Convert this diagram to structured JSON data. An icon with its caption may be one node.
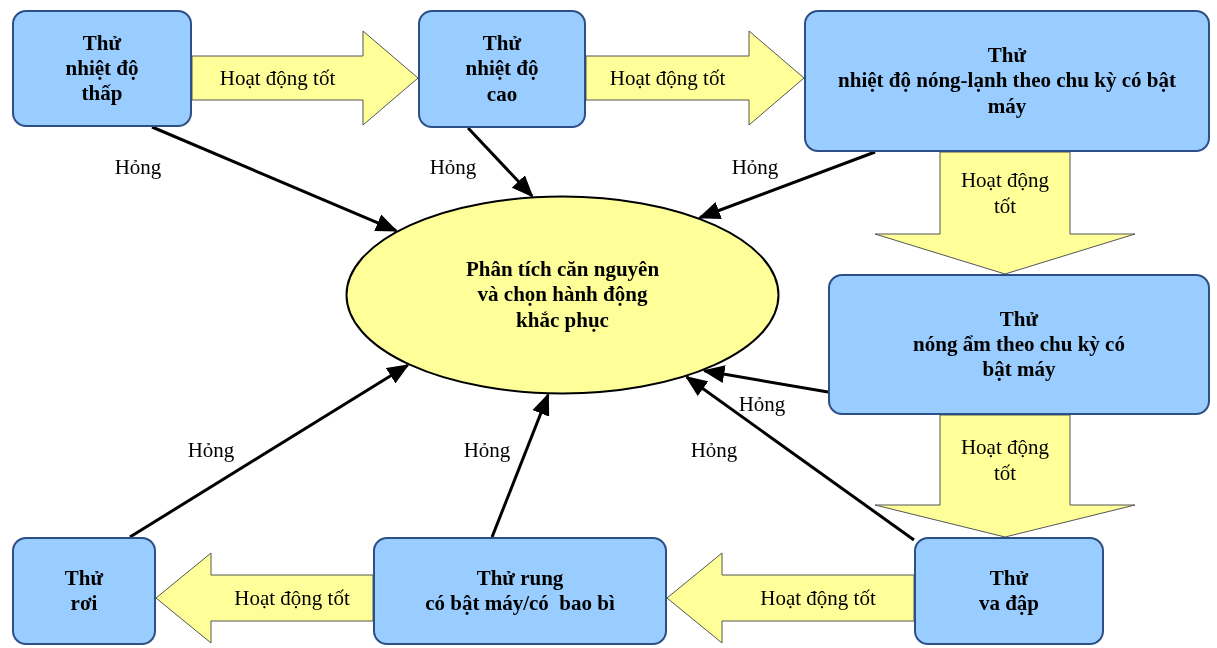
{
  "diagram": {
    "nodes": [
      {
        "text": [
          "Thử",
          "nhiệt độ thấp"
        ]
      },
      {
        "text": [
          "Thử",
          "nhiệt độ cao"
        ]
      },
      {
        "text": [
          "Thử",
          "nhiệt độ nóng-lạnh theo chu kỳ có bật máy"
        ]
      },
      {
        "text": [
          "Thử",
          "nóng ẩm theo chu kỳ có bật máy"
        ]
      },
      {
        "text": [
          "Thử",
          "va đập"
        ]
      },
      {
        "text": [
          "Thử rung",
          "có bật máy/có  bao bì"
        ]
      },
      {
        "text": [
          "Thử",
          "rơi"
        ]
      },
      {
        "text": [
          "Phân tích căn nguyên và chọn hành động khắc phục"
        ]
      }
    ],
    "edges": [
      {
        "from": 0,
        "to": 1,
        "arrow": "to",
        "label": "Hoạt động tốt",
        "style": "thick",
        "color": "#ffff99"
      },
      {
        "from": 1,
        "to": 2,
        "arrow": "to",
        "label": "Hoạt động tốt",
        "style": "thick",
        "color": "#ffff99"
      },
      {
        "from": 2,
        "to": 3,
        "arrow": "to",
        "label": "Hoạt động tốt",
        "style": "thick",
        "color": "#ffff99"
      },
      {
        "from": 3,
        "to": 4,
        "arrow": "to",
        "label": "Hoạt động tốt",
        "style": "thick",
        "color": "#ffff99"
      },
      {
        "from": 4,
        "to": 5,
        "arrow": "to",
        "label": "Hoạt động tốt",
        "style": "thick",
        "color": "#ffff99"
      },
      {
        "from": 5,
        "to": 6,
        "arrow": "to",
        "label": "Hoạt động tốt",
        "style": "thick",
        "color": "#ffff99"
      },
      {
        "from": 0,
        "to": 7,
        "arrow": "to",
        "label": "Hỏng"
      },
      {
        "from": 1,
        "to": 7,
        "arrow": "to",
        "label": "Hỏng"
      },
      {
        "from": 2,
        "to": 7,
        "arrow": "to",
        "label": "Hỏng"
      },
      {
        "from": 3,
        "to": 7,
        "arrow": "to",
        "label": "Hỏng"
      },
      {
        "from": 4,
        "to": 7,
        "arrow": "to",
        "label": "Hỏng"
      },
      {
        "from": 5,
        "to": 7,
        "arrow": "to",
        "label": "Hỏng"
      },
      {
        "from": 6,
        "to": 7,
        "arrow": "to",
        "label": "Hỏng"
      }
    ]
  }
}
